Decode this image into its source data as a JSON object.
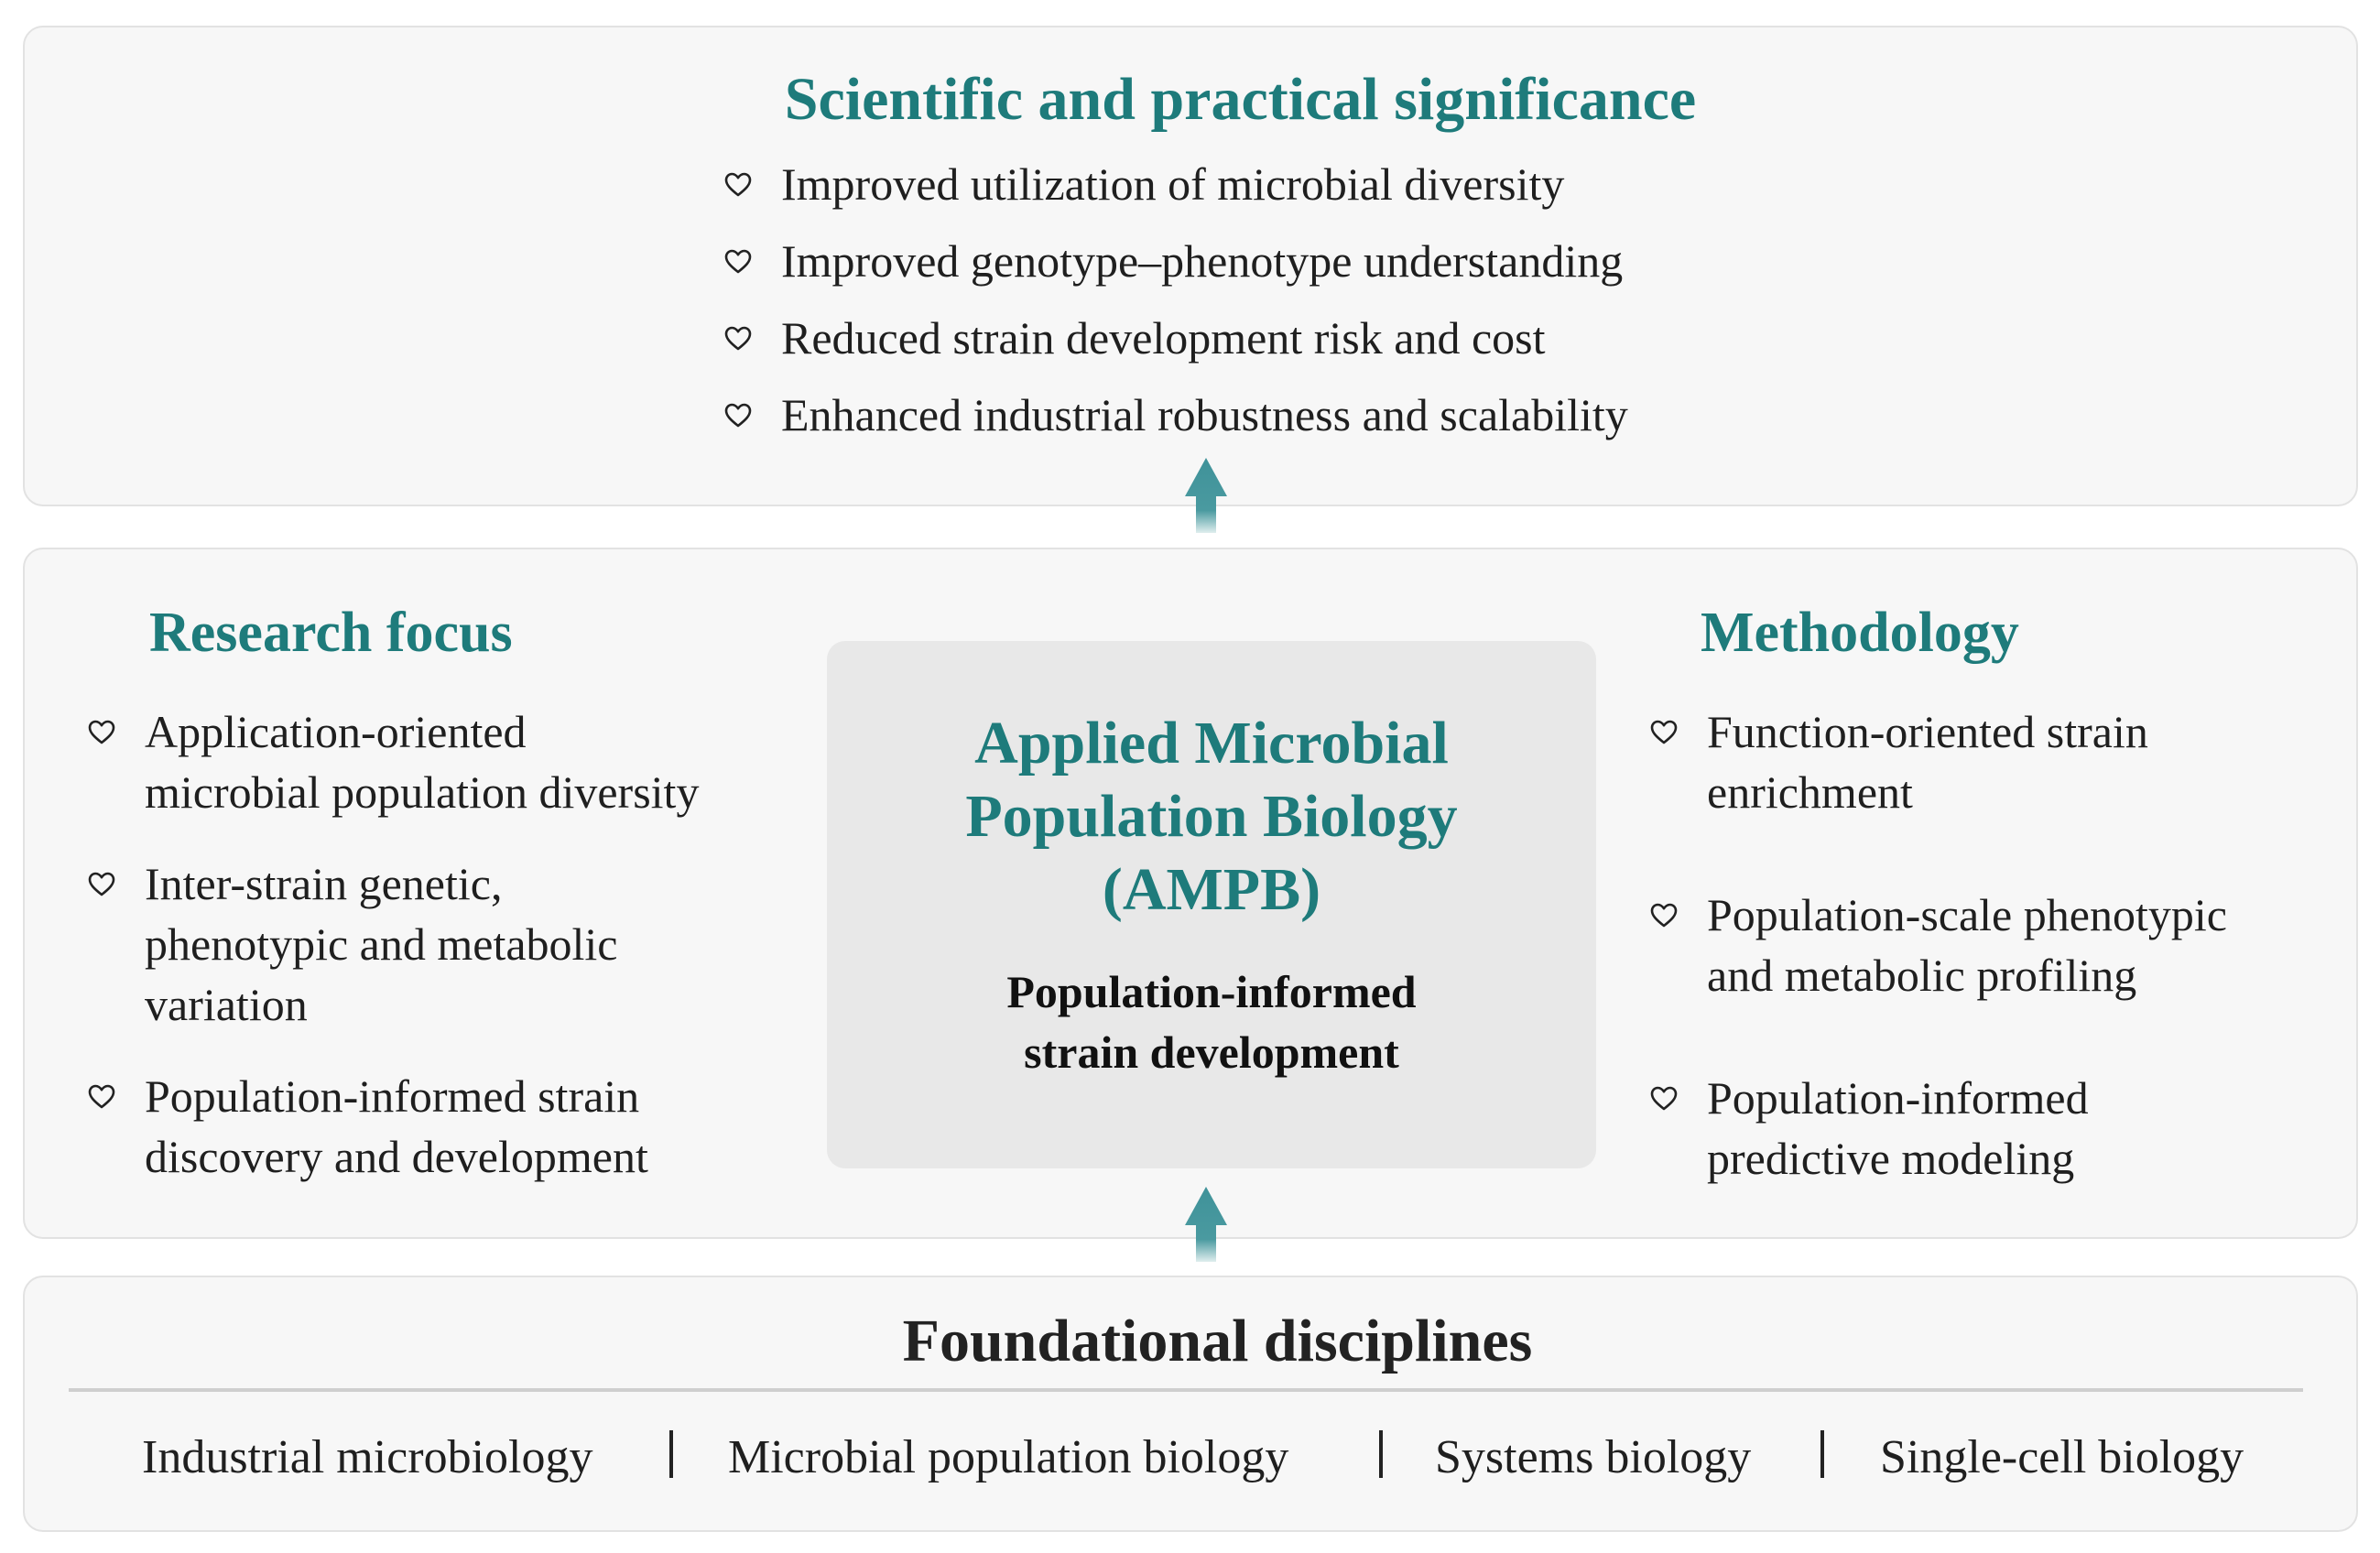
{
  "significance": {
    "title": "Scientific and practical significance",
    "items": [
      "Improved utilization of microbial diversity",
      "Improved genotype–phenotype understanding",
      "Reduced strain development risk and cost",
      "Enhanced industrial robustness and scalability"
    ]
  },
  "research_focus": {
    "title": "Research focus",
    "items": [
      [
        "Application-oriented",
        "microbial population diversity"
      ],
      [
        "Inter-strain genetic,",
        "phenotypic and metabolic",
        "variation"
      ],
      [
        "Population-informed strain",
        "discovery and development"
      ]
    ]
  },
  "center": {
    "title_lines": [
      "Applied Microbial",
      "Population Biology",
      "(AMPB)"
    ],
    "subtitle_lines": [
      "Population-informed",
      "strain development"
    ]
  },
  "methodology": {
    "title": "Methodology",
    "items": [
      [
        "Function-oriented strain",
        "enrichment"
      ],
      [
        "Population-scale phenotypic",
        "and metabolic profiling"
      ],
      [
        "Population-informed",
        "predictive modeling"
      ]
    ]
  },
  "foundations": {
    "title": "Foundational disciplines",
    "items": [
      "Industrial microbiology",
      "Microbial population biology",
      "Systems biology",
      "Single-cell biology"
    ]
  },
  "colors": {
    "accent": "#1e7b7b",
    "arrow": "#4a9aa0",
    "panel_bg": "#f7f7f7",
    "center_bg": "#e8e8e8"
  },
  "icons": {
    "bullet": "heart-outline-icon",
    "connector": "up-arrow-icon"
  }
}
